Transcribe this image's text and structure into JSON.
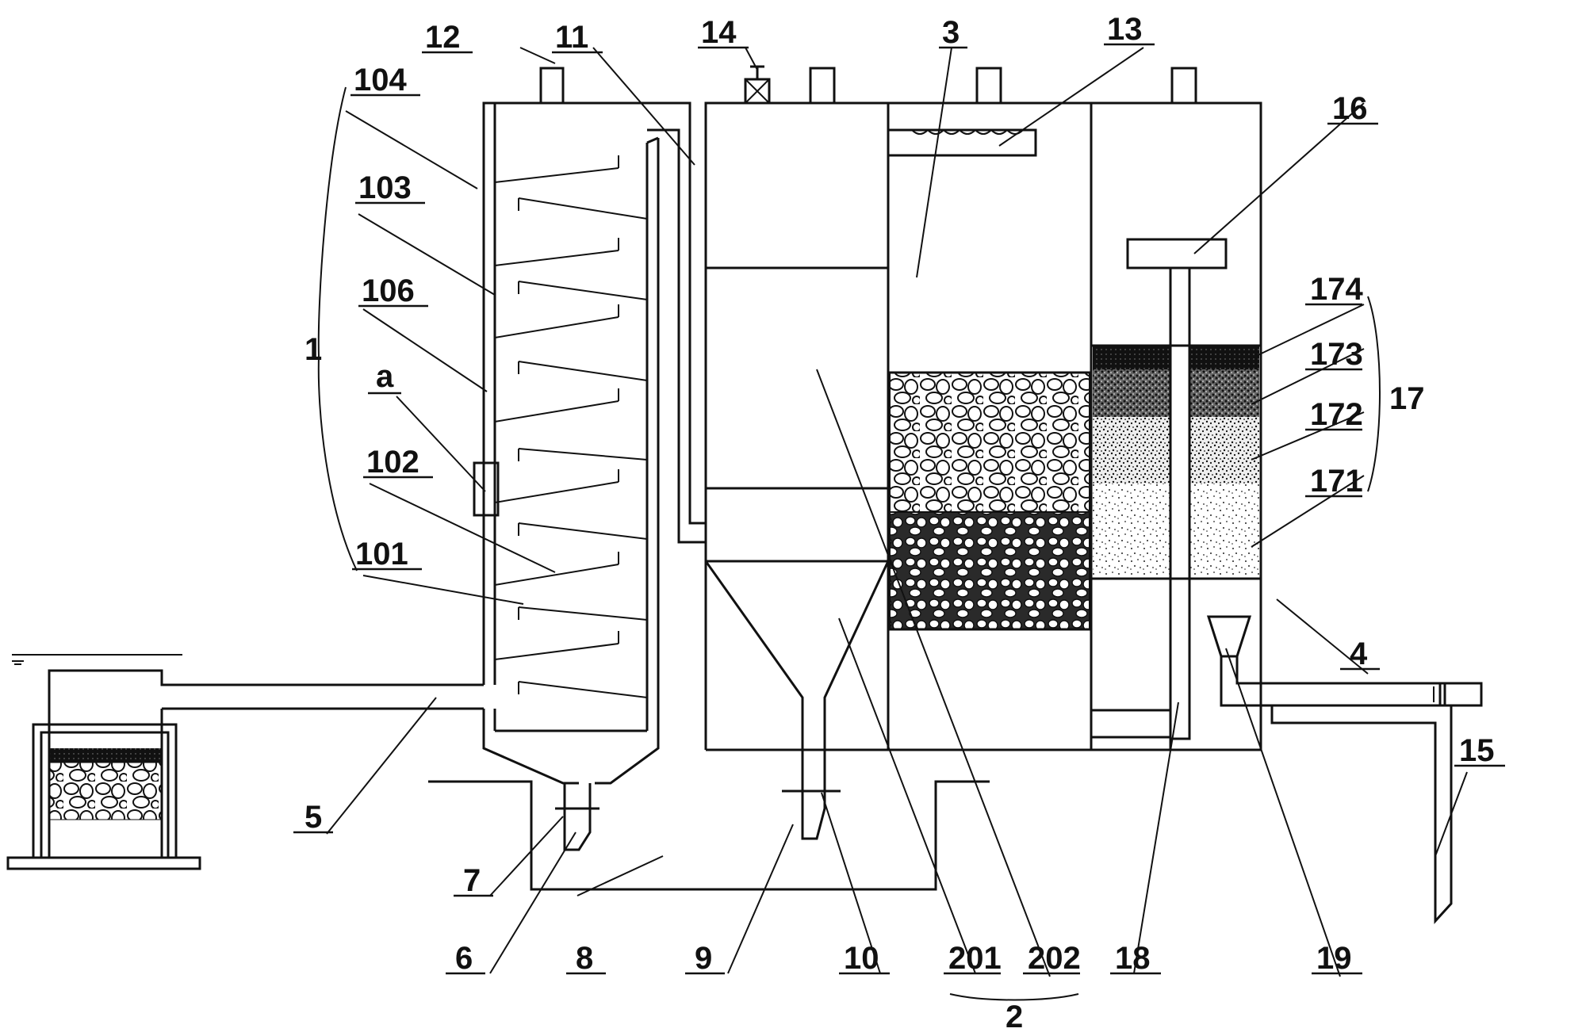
{
  "labels": {
    "l1": "1",
    "l2": "2",
    "l3": "3",
    "l4": "4",
    "l5": "5",
    "l6": "6",
    "l7": "7",
    "l8": "8",
    "l9": "9",
    "l10": "10",
    "l11": "11",
    "l12": "12",
    "l13": "13",
    "l14": "14",
    "l15": "15",
    "l16": "16",
    "l17": "17",
    "l18": "18",
    "l19": "19",
    "l101": "101",
    "l102": "102",
    "l103": "103",
    "l104": "104",
    "l106": "106",
    "l171": "171",
    "l172": "172",
    "l173": "173",
    "l174": "174",
    "l201": "201",
    "l202": "202",
    "la": "a"
  },
  "colors": {
    "line": "#111111",
    "media_dark": "#1a1a1a",
    "media_light": "#f2f2f2"
  }
}
